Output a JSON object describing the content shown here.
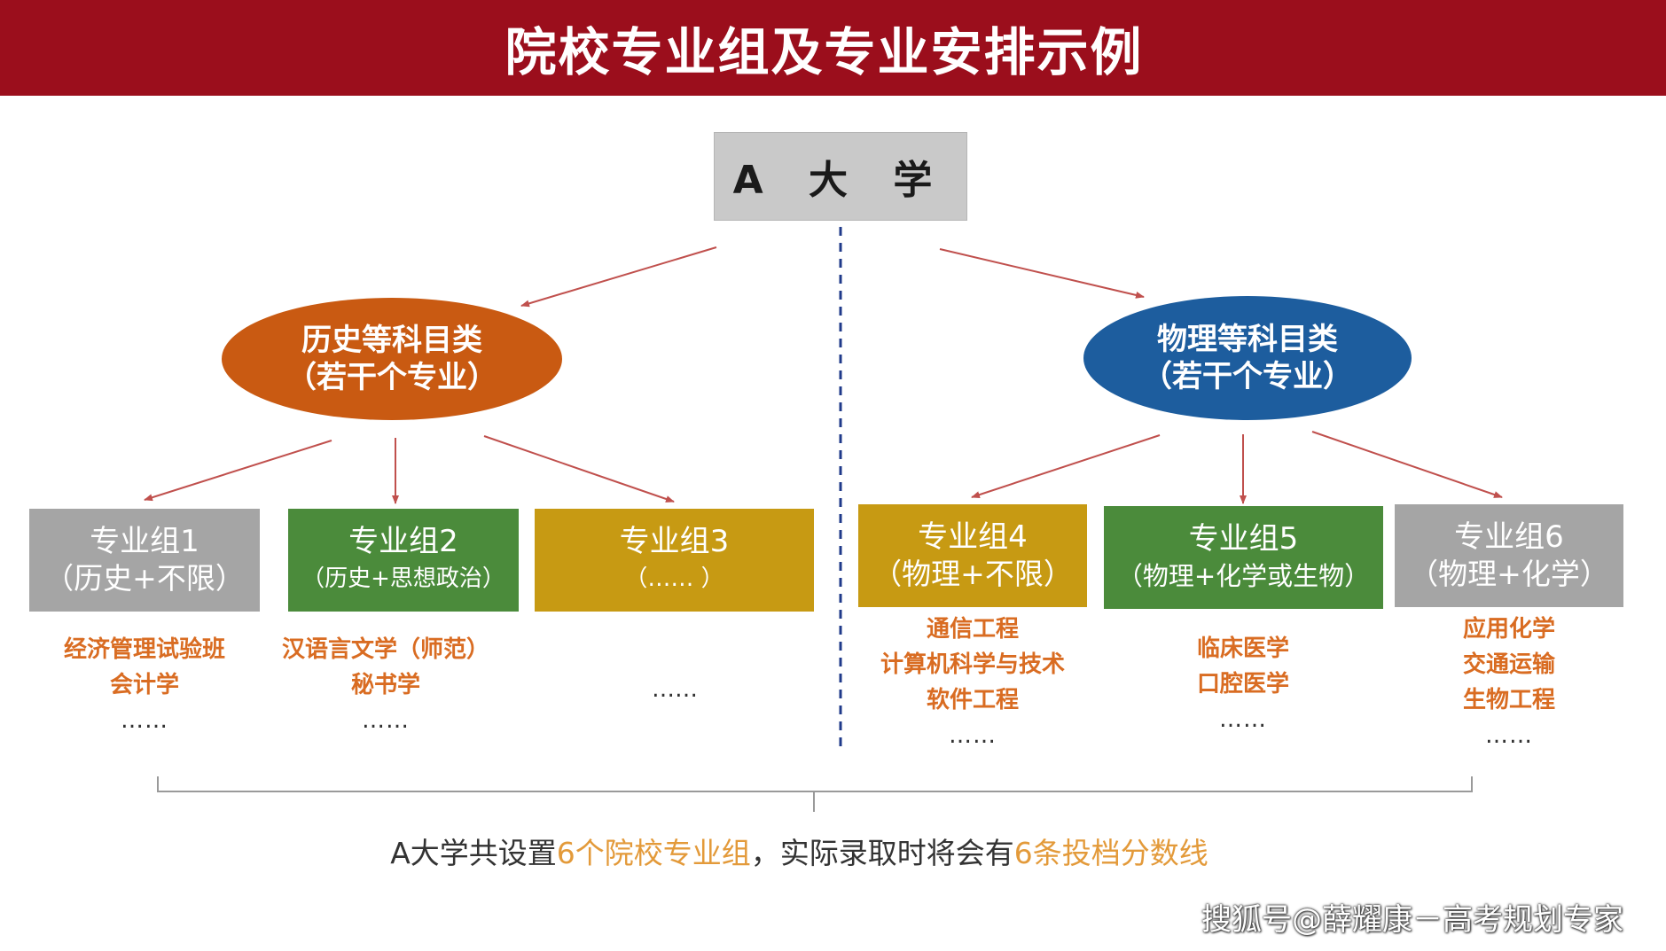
{
  "header": {
    "title": "院校专业组及专业安排示例"
  },
  "university": {
    "name": "A 大 学"
  },
  "categories": [
    {
      "line1": "历史等科目类",
      "line2": "（若干个专业）",
      "color": "#c95a12"
    },
    {
      "line1": "物理等科目类",
      "line2": "（若干个专业）",
      "color": "#1d5d9e"
    }
  ],
  "groups": [
    {
      "name": "专业组1",
      "subject": "（历史+不限）",
      "color": "#a5a5a5",
      "majors": [
        "经济管理试验班",
        "会计学"
      ],
      "more": "……"
    },
    {
      "name": "专业组2",
      "subject": "（历史+思想政治）",
      "color": "#4b8b3b",
      "majors": [
        "汉语言文学（师范）",
        "秘书学"
      ],
      "more": "……"
    },
    {
      "name": "专业组3",
      "subject": "（…… ）",
      "color": "#c79a13",
      "majors": [],
      "more": "……"
    },
    {
      "name": "专业组4",
      "subject": "（物理+不限）",
      "color": "#c79a13",
      "majors": [
        "通信工程",
        "计算机科学与技术",
        "软件工程"
      ],
      "more": "……"
    },
    {
      "name": "专业组5",
      "subject": "（物理+化学或生物）",
      "color": "#4b8b3b",
      "majors": [
        "临床医学",
        "口腔医学"
      ],
      "more": "……"
    },
    {
      "name": "专业组6",
      "subject": "（物理+化学）",
      "color": "#a5a5a5",
      "majors": [
        "应用化学",
        "交通运输",
        "生物工程"
      ],
      "more": "……"
    }
  ],
  "summary": {
    "part1": "A大学共设置",
    "part2": "6个院校专业组",
    "part3": "，实际录取时将会有",
    "part4": "6条投档分数线"
  },
  "watermark": "搜狐号@薛耀康－高考规划专家"
}
